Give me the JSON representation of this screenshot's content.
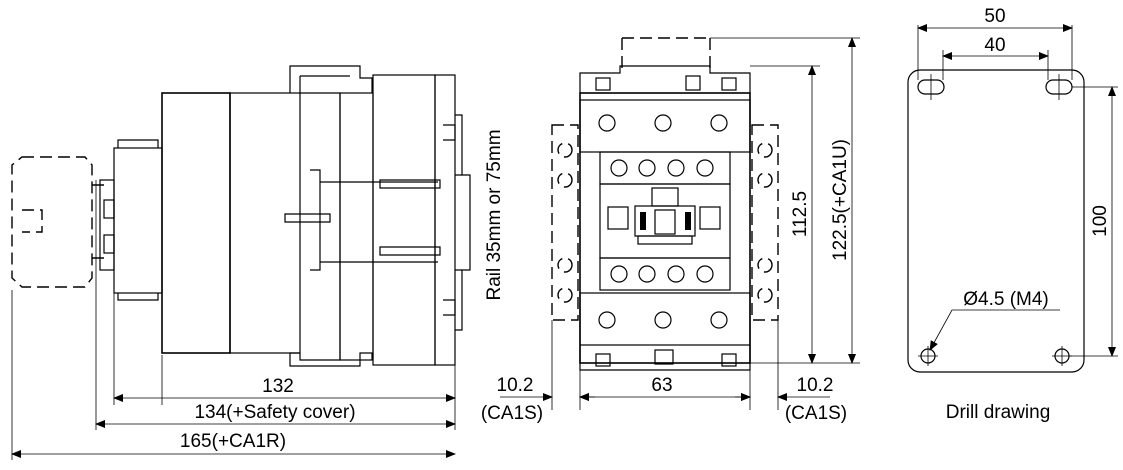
{
  "side_view": {
    "dim_132": "132",
    "dim_134": "134(+Safety cover)",
    "dim_165": "165(+CA1R)",
    "rail_label": "Rail 35mm or 75mm"
  },
  "front_view": {
    "dim_102_left": "10.2",
    "dim_ca1s_left": "(CA1S)",
    "dim_63": "63",
    "dim_102_right": "10.2",
    "dim_ca1s_right": "(CA1S)",
    "dim_1125": "112.5",
    "dim_1225": "122.5(+CA1U)"
  },
  "drill_drawing": {
    "dim_50": "50",
    "dim_40": "40",
    "dim_100": "100",
    "hole_label": "Ø4.5 (M4)",
    "caption": "Drill drawing"
  }
}
